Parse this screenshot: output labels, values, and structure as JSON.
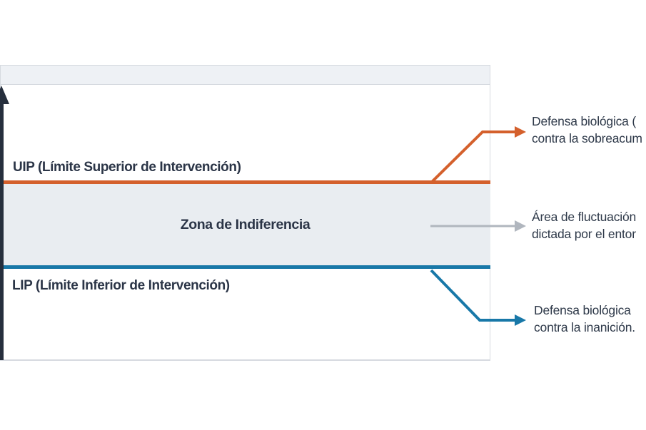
{
  "panel": {
    "upper_limit_label": "UIP (Límite Superior de Intervención)",
    "zone_label": "Zona de Indiferencia",
    "lower_limit_label": "LIP (Límite Inferior de Intervención)"
  },
  "annotations": {
    "overaccumulation": {
      "line1": "Defensa biológica (",
      "line2": "contra la sobreacum"
    },
    "fluctuation": {
      "line1": "Área de fluctuación",
      "line2": "dictada por el entor"
    },
    "starvation": {
      "line1": "Defensa biológica",
      "line2": "contra la inanición."
    }
  },
  "colors": {
    "uip_line": "#D4602C",
    "lip_line": "#1878A8",
    "fluctuation_arrow": "#B0B6BE",
    "zone_fill": "#E9EDF1",
    "header_band_fill": "#EEF1F5",
    "panel_border": "#D6DAE0",
    "axis": "#262F3D",
    "text": "#2E3949"
  }
}
